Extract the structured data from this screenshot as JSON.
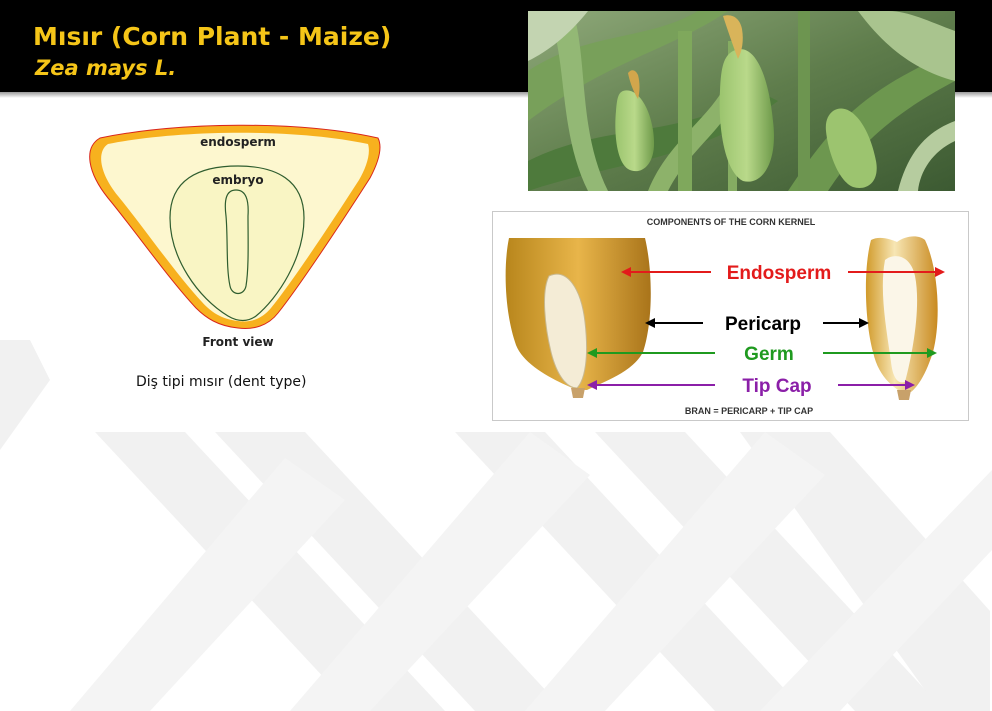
{
  "slide": {
    "title": "Mısır (Corn Plant - Maize)",
    "subtitle": "Zea mays L.",
    "caption": "Diş tipi mısır (dent type)"
  },
  "front_view_diagram": {
    "labels": {
      "endosperm": "endosperm",
      "embryo": "embryo",
      "front_view": "Front view"
    }
  },
  "kernel_components": {
    "title": "COMPONENTS OF THE CORN KERNEL",
    "labels": {
      "endosperm": "Endosperm",
      "pericarp": "Pericarp",
      "germ": "Germ",
      "tip_cap": "Tip Cap"
    },
    "footer": "BRAN = PERICARP + TIP CAP"
  },
  "colors": {
    "title": "#f5c518",
    "kernel_fill": "#fdfbd2",
    "kernel_rim": "#f3b022",
    "endosperm_arrow": "#e31b1b",
    "pericarp_arrow": "#000000",
    "germ_arrow": "#1f9a1f",
    "tip_cap_arrow": "#8b1fa8"
  },
  "images": {
    "photo": "corn-plant-photo"
  }
}
